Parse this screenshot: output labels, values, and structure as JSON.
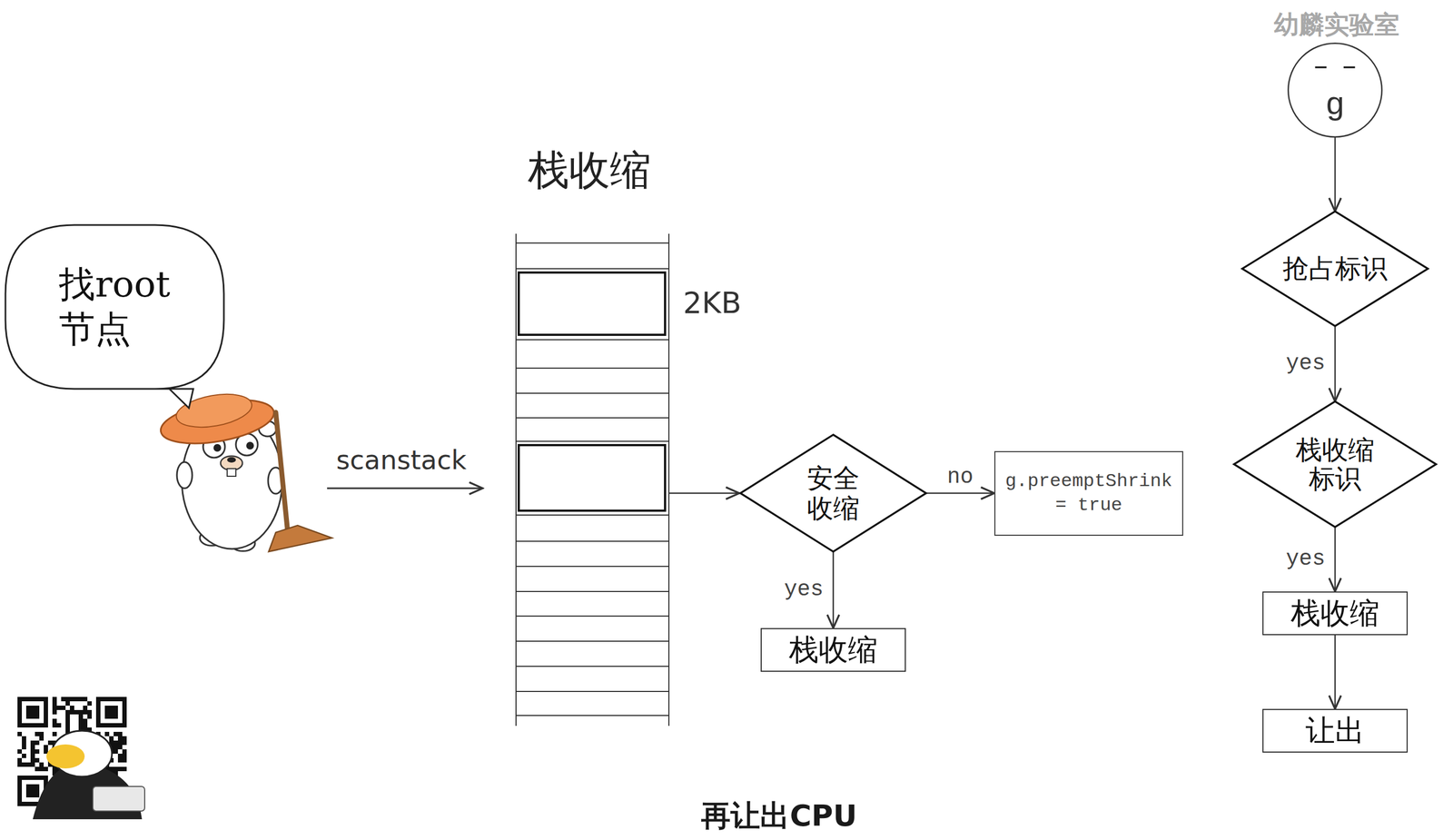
{
  "diagram": {
    "title": "栈收缩",
    "caption": "再让出CPU",
    "nodes": [
      {
        "text": [
          "找root 节点"
        ]
      },
      {
        "text": [
          "安全收缩"
        ]
      },
      {
        "text": [
          "g.preemptShrink = true"
        ]
      },
      {
        "text": [
          "栈收缩"
        ]
      },
      {
        "text": [
          "g"
        ]
      },
      {
        "text": [
          "抢占标识"
        ]
      },
      {
        "text": [
          "栈收缩标识"
        ]
      },
      {
        "text": [
          "栈收缩"
        ]
      },
      {
        "text": [
          "让出"
        ]
      }
    ],
    "edges": [
      {
        "from": 1,
        "to": 2,
        "arrow": "to",
        "label": "no"
      },
      {
        "from": 1,
        "to": 3,
        "arrow": "to",
        "label": "yes"
      },
      {
        "from": 4,
        "to": 5,
        "arrow": "to"
      },
      {
        "from": 5,
        "to": 6,
        "arrow": "to",
        "label": "yes"
      },
      {
        "from": 6,
        "to": 7,
        "arrow": "to",
        "label": "yes"
      },
      {
        "from": 7,
        "to": 8,
        "arrow": "to"
      }
    ],
    "labels": [
      "幼麟实验室",
      "2KB",
      "scanstack"
    ]
  }
}
